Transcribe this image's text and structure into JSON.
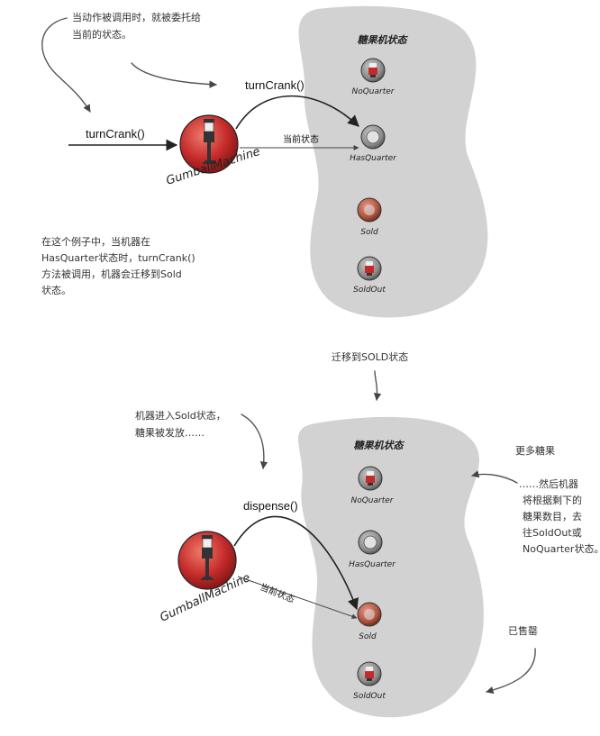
{
  "colors": {
    "panel": "#d2d2d2",
    "coin_outer": "#8a8a8a",
    "machine_red": "#c42a2a",
    "gumball_red": "#d63a3a",
    "ink": "#222222"
  },
  "top": {
    "note_delegate": [
      "当动作被调用时，就被委托给",
      "当前的状态。"
    ],
    "panel_title": "糖果机状态",
    "states": [
      "NoQuarter",
      "HasQuarter",
      "Sold",
      "SoldOut"
    ],
    "call_left": "turnCrank()",
    "call_arc": "turnCrank()",
    "current_state": "当前状态",
    "machine": "GumballMachine",
    "example_note": [
      "在这个例子中，当机器在",
      "HasQuarter状态时，turnCrank()",
      "方法被调用，机器会迁移到Sold",
      "状态。"
    ]
  },
  "transition_label": "迁移到SOLD状态",
  "bottom": {
    "note_dispense": [
      "机器进入Sold状态，",
      "糖果被发放……"
    ],
    "panel_title": "糖果机状态",
    "states": [
      "NoQuarter",
      "HasQuarter",
      "Sold",
      "SoldOut"
    ],
    "call_arc": "dispense()",
    "current_state": "当前状态",
    "machine": "GumballMachine",
    "more_gumballs": "更多糖果",
    "then_note": [
      "……然后机器",
      "将根据剩下的",
      "糖果数目，去",
      "往SoldOut或",
      "NoQuarter状态。"
    ],
    "sold_out": "已售罄"
  }
}
